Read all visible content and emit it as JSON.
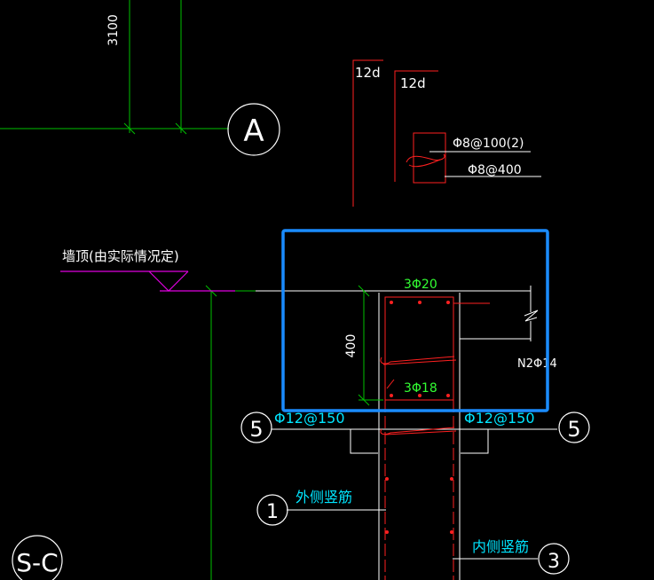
{
  "colors": {
    "background": "#000000",
    "grid": "#00c000",
    "rebar_red": "#ff2020",
    "white": "#ffffff",
    "magenta": "#e000e0",
    "cyan": "#00e5ff",
    "text_white": "#ffffff",
    "text_green": "#33ff33",
    "highlight": "#1a8cff"
  },
  "dims": {
    "top_dim": "3100",
    "depth": "400"
  },
  "axis": {
    "a": "A",
    "sc": "S-C"
  },
  "hooks": {
    "left": "12d",
    "right": "12d"
  },
  "stirrup_legend": {
    "stirrup": "Φ8@100(2)",
    "tie": "Φ8@400"
  },
  "wall_top_note": "墙顶(由实际情况定)",
  "beam": {
    "top_bars": "3Φ20",
    "bottom_bars": "3Φ18",
    "side_bars": "N2Φ14"
  },
  "callouts": {
    "left_num": "5",
    "left_text": "Φ12@150",
    "right_num": "5",
    "right_text": "Φ12@150",
    "outer_num": "1",
    "outer_text": "外侧竖筋",
    "inner_num": "3",
    "inner_text": "内侧竖筋"
  }
}
